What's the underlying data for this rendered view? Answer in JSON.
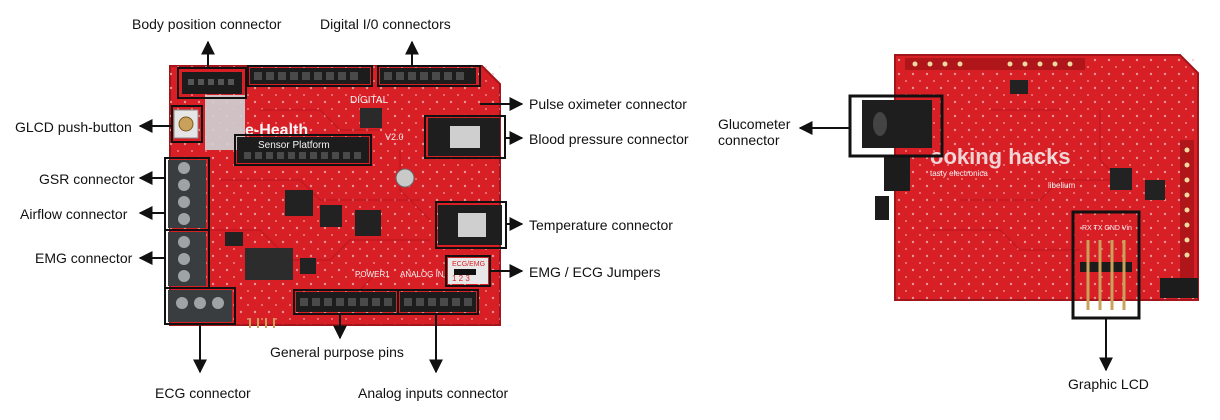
{
  "labels": {
    "body_position": "Body position connector",
    "digital_io": "Digital I/0 connectors",
    "pulse_oximeter": "Pulse oximeter connector",
    "blood_pressure": "Blood pressure connector",
    "glcd_button": "GLCD push-button",
    "gsr": "GSR connector",
    "airflow": "Airflow connector",
    "emg": "EMG connector",
    "temperature": "Temperature connector",
    "emg_ecg_jumpers": "EMG / ECG Jumpers",
    "ecg": "ECG connector",
    "general_purpose": "General purpose pins",
    "analog_inputs": "Analog inputs connector",
    "glucometer": "Glucometer connector",
    "graphic_lcd": "Graphic LCD"
  },
  "silkscreen": {
    "front_brand": "e-Health",
    "front_platform": "Sensor Platform",
    "front_version": "V2.0",
    "front_digital": "DIGITAL",
    "front_power": "POWER1",
    "front_analog": "ANALOG IN",
    "front_jumper": "ECG/EMG",
    "front_jumper_pins": "1  2  3",
    "back_brand": "ooking hacks",
    "back_tagline": "tasty electronica",
    "back_libelium": "libelium",
    "back_lcd_pins": "RX TX GND Vin"
  },
  "colors": {
    "board": "#d81f26",
    "board_dark": "#a3151b",
    "header": "#1c1c1c",
    "terminal": "#3a3d3f",
    "arrow": "#111111",
    "box": "#111111"
  }
}
